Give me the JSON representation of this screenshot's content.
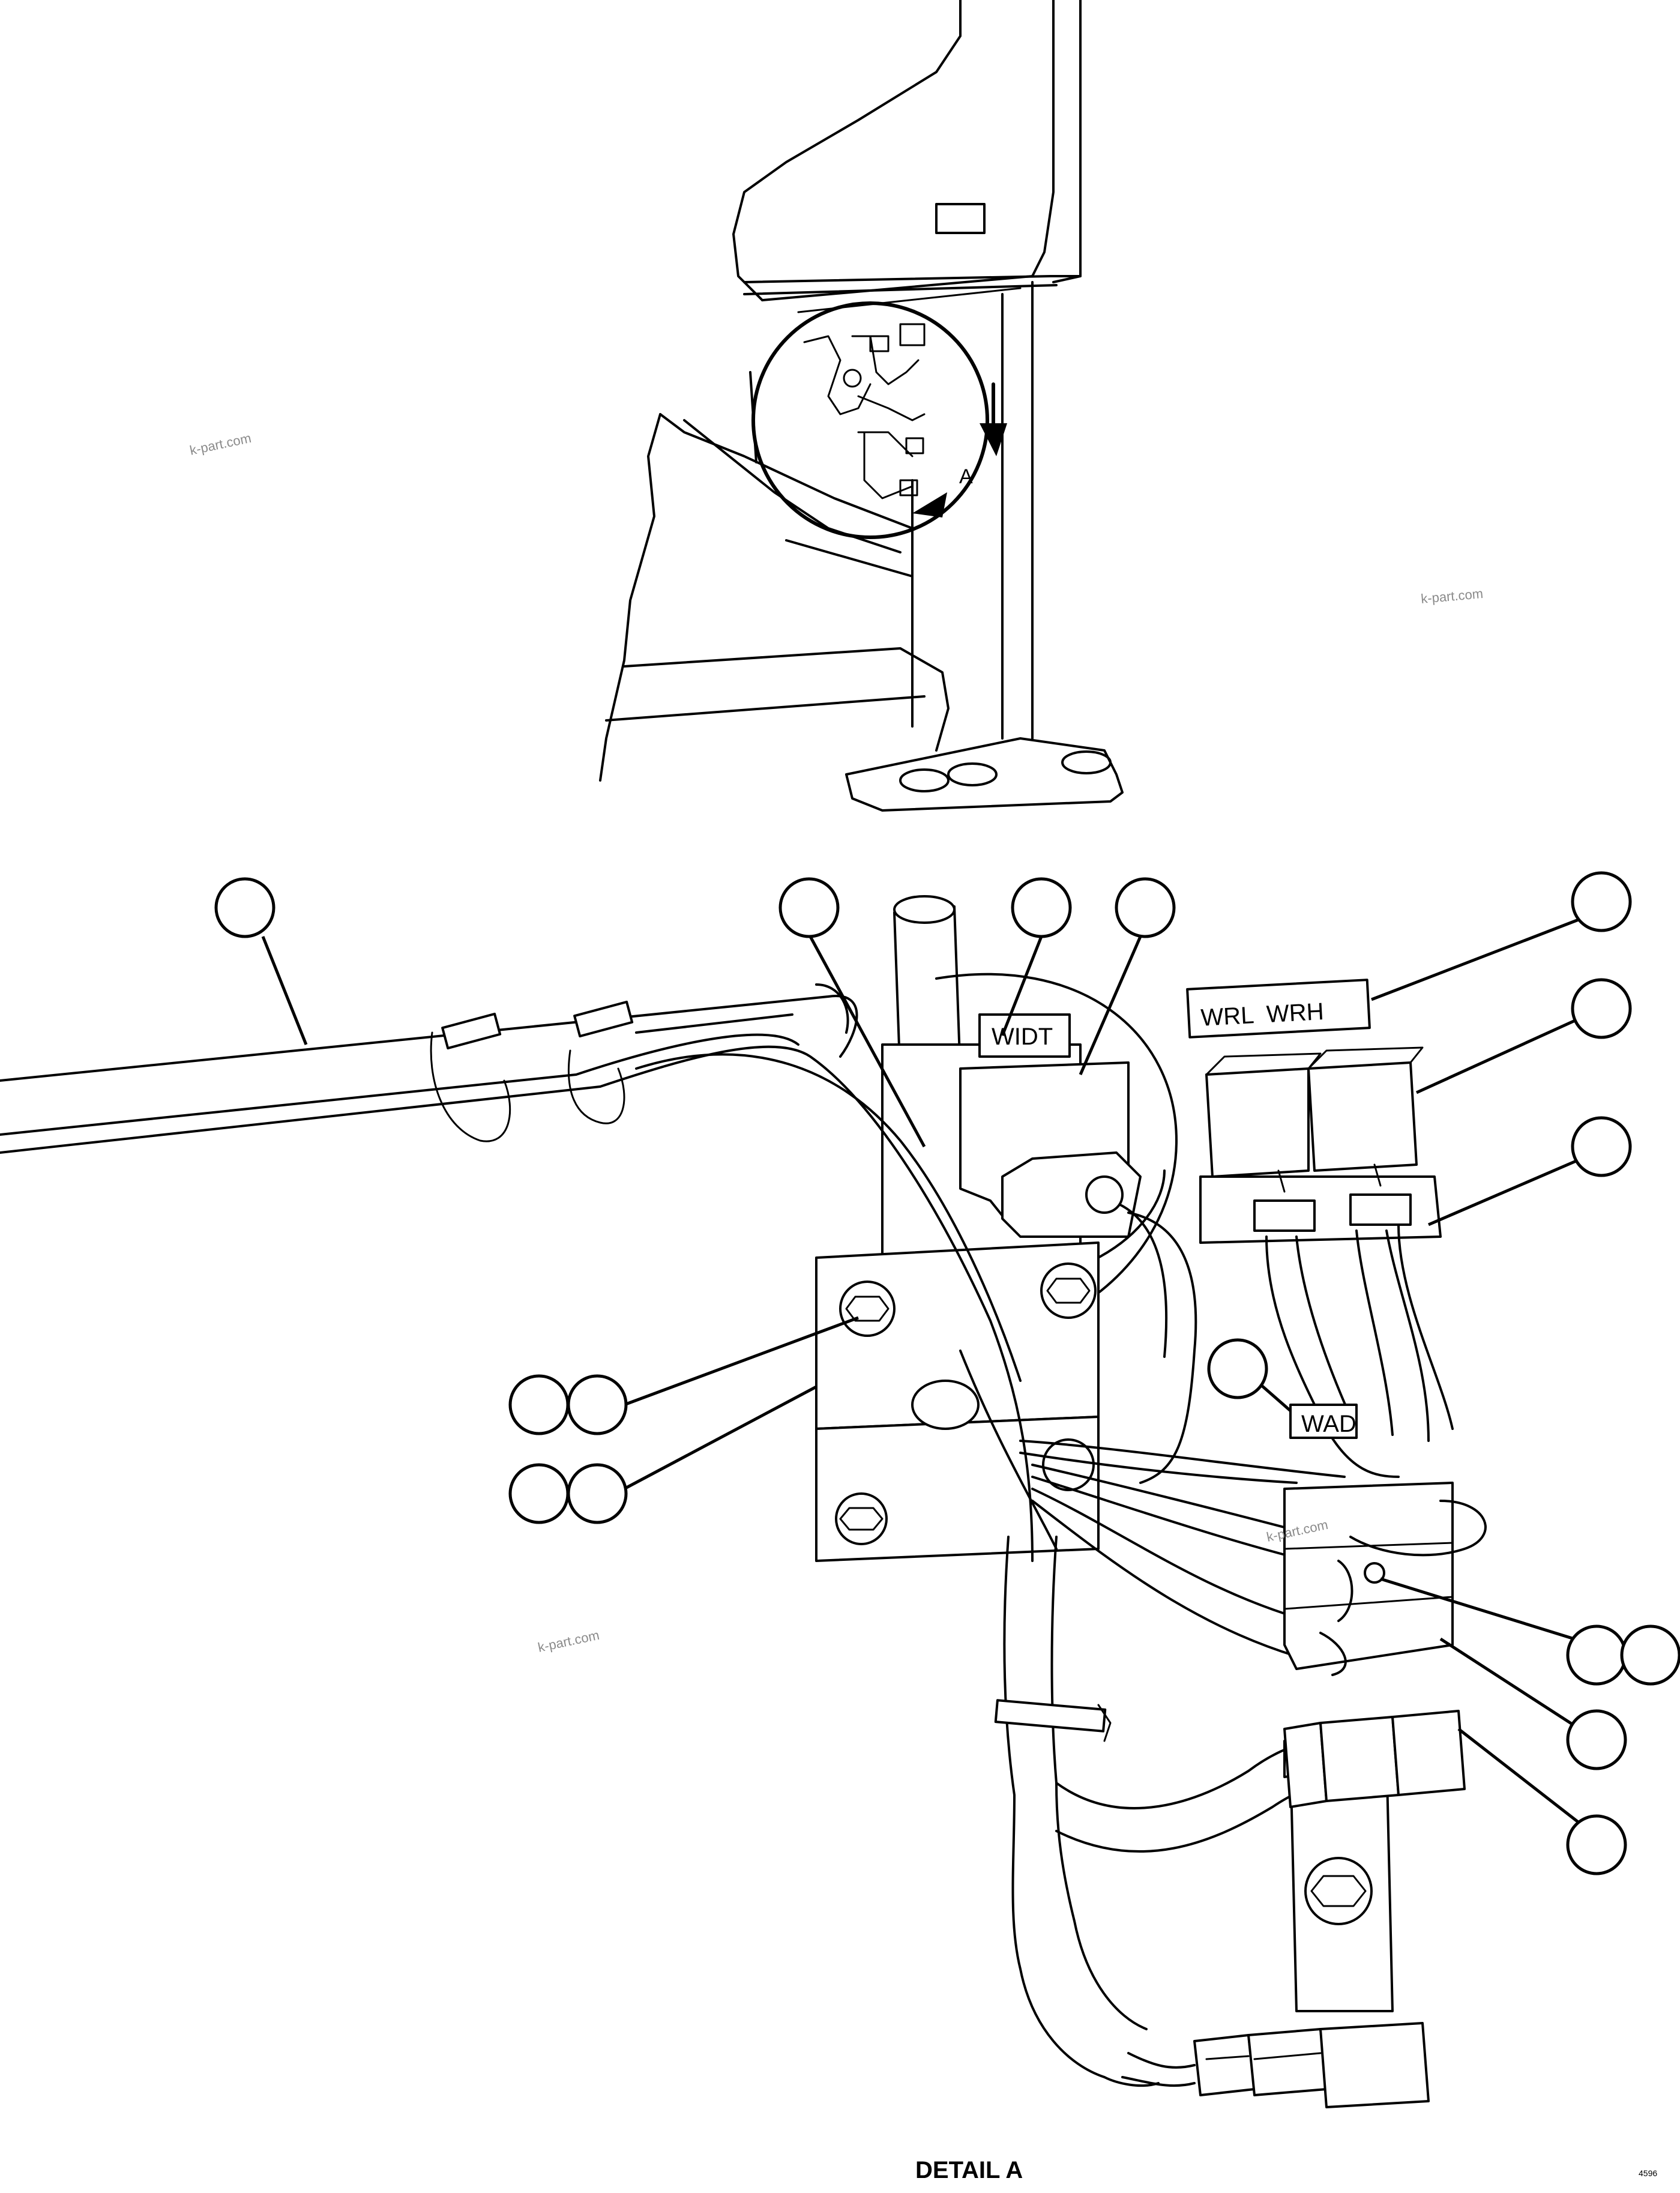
{
  "figure": {
    "detail_marker": "A",
    "detail_title": "DETAIL A",
    "reference_number": "4596"
  },
  "wire_tags": {
    "tag_1": "WRL  WRH",
    "tag_2": "WIDT",
    "tag_3": "WAD"
  },
  "watermarks": [
    "k-part.com",
    "k-part.com",
    "k-part.com",
    "k-part.com"
  ],
  "callouts": [
    {
      "name": "harness",
      "label": ""
    },
    {
      "name": "screw",
      "label": ""
    },
    {
      "name": "tag-widt",
      "label": ""
    },
    {
      "name": "connector",
      "label": ""
    },
    {
      "name": "tag-wrl-wrh",
      "label": ""
    },
    {
      "name": "relay",
      "label": ""
    },
    {
      "name": "relay-bracket",
      "label": ""
    },
    {
      "name": "tag-wad",
      "label": ""
    },
    {
      "name": "bolt-a",
      "label": ""
    },
    {
      "name": "washer-a",
      "label": ""
    },
    {
      "name": "bolt-b",
      "label": ""
    },
    {
      "name": "washer-b",
      "label": ""
    },
    {
      "name": "screw-b",
      "label": ""
    },
    {
      "name": "washer-c",
      "label": ""
    },
    {
      "name": "terminal-block",
      "label": ""
    },
    {
      "name": "lower-connector",
      "label": ""
    }
  ]
}
